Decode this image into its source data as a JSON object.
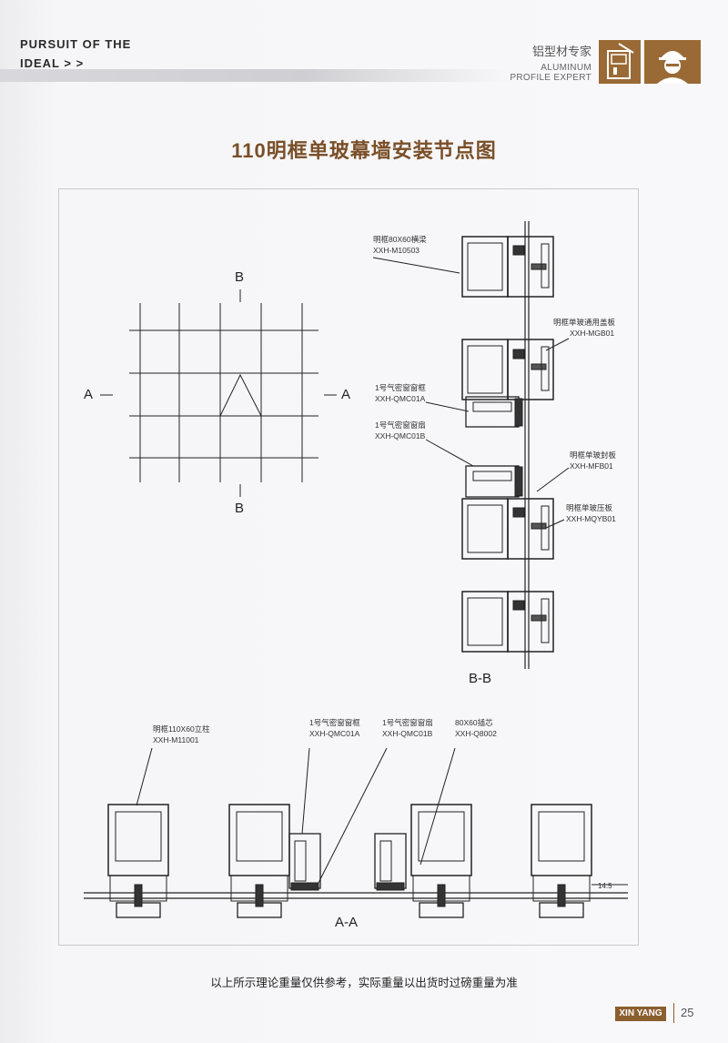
{
  "header": {
    "left_line1": "PURSUIT OF THE",
    "left_line2": "IDEAL > >",
    "right_cn": "铝型材专家",
    "right_en1": "ALUMINUM",
    "right_en2": "PROFILE EXPERT",
    "logo_icon": "window-profile-icon",
    "mascot_icon": "engineer-avatar-icon",
    "accent_color": "#9a6a36"
  },
  "title": "110明框单玻幕墙安装节点图",
  "elevation": {
    "label_top": "B",
    "label_bottom": "B",
    "label_left": "A",
    "label_right": "A"
  },
  "section_bb": {
    "caption": "B-B",
    "labels": [
      {
        "name": "明框80X60横梁",
        "code": "XXH-M10503"
      },
      {
        "name": "明框单玻通用盖板",
        "code": "XXH-MGB01"
      },
      {
        "name": "1号气密窗窗框",
        "code": "XXH-QMC01A"
      },
      {
        "name": "1号气密窗窗扇",
        "code": "XXH-QMC01B"
      },
      {
        "name": "明框单玻封板",
        "code": "XXH-MFB01"
      },
      {
        "name": "明框单玻压板",
        "code": "XXH-MQYB01"
      }
    ]
  },
  "section_aa": {
    "caption": "A-A",
    "dimension": "14.5",
    "labels": [
      {
        "name": "明框110X60立柱",
        "code": "XXH-M11001"
      },
      {
        "name": "1号气密窗窗框",
        "code": "XXH-QMC01A"
      },
      {
        "name": "1号气密窗窗扇",
        "code": "XXH-QMC01B"
      },
      {
        "name": "80X60插芯",
        "code": "XXH-Q8002"
      }
    ]
  },
  "note": "以上所示理论重量仅供参考，实际重量以出货时过磅重量为准",
  "footer": {
    "brand": "XIN YANG",
    "page_number": "25"
  }
}
